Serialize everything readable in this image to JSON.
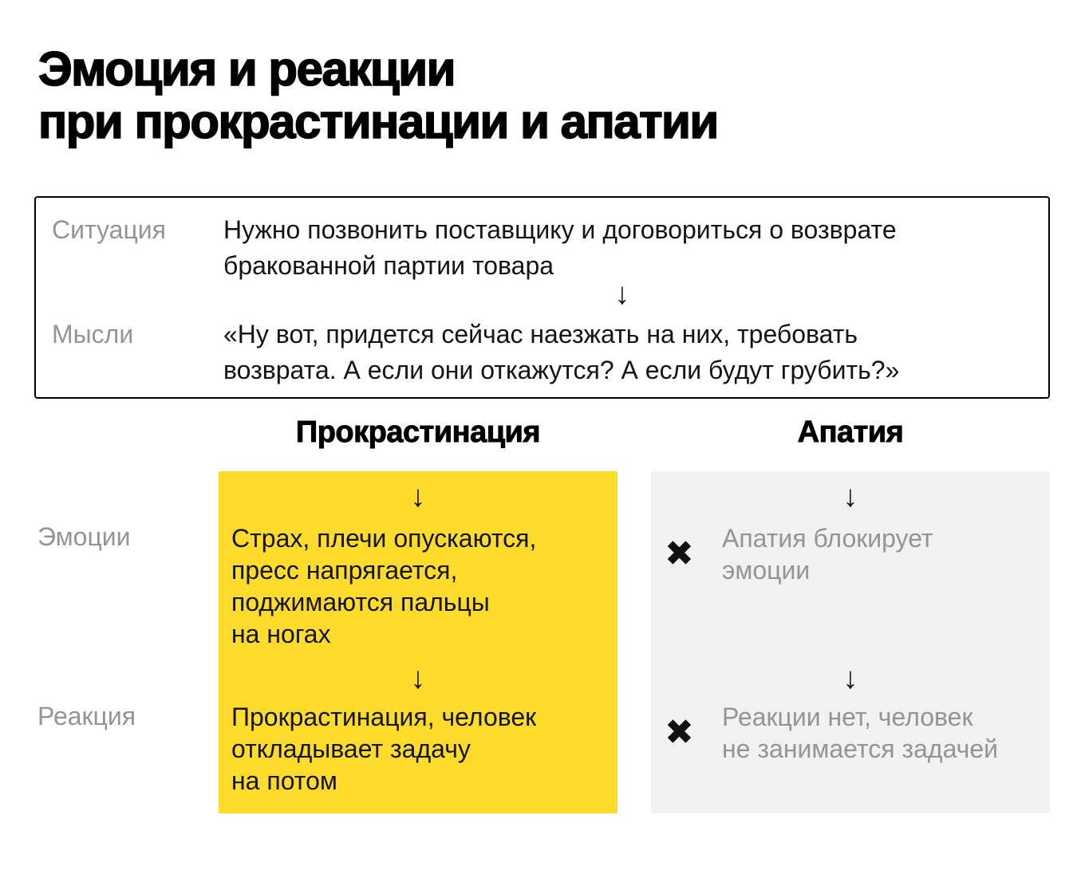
{
  "colors": {
    "accent_yellow": "#FFDB2C",
    "apathy_gray_box": "#F1F1F1",
    "muted_text_gray": "#949494",
    "text_black": "#141414"
  },
  "title": {
    "line1": "Эмоция и реакции",
    "line2": "при прокрастинации и апатии"
  },
  "situation_box": {
    "arrow": "↓",
    "rows": [
      {
        "label": "Ситуация",
        "lines": [
          "Нужно позвонить поставщику и договориться о возврате",
          "бракованной партии товара"
        ]
      },
      {
        "label": "Мысли",
        "lines": [
          "«Ну вот, придется сейчас наезжать на них, требовать",
          "возврата. А если они откажутся? А если будут грубить?»"
        ]
      }
    ]
  },
  "row_labels": {
    "emotions": "Эмоции",
    "reaction": "Реакция"
  },
  "columns": {
    "procrastination": {
      "header": "Прокрастинация",
      "arrow1": "↓",
      "arrow2": "↓",
      "emotions_lines": [
        "Страх, плечи опускаются,",
        "пресс напрягается,",
        "поджимаются пальцы",
        "на ногах"
      ],
      "reaction_lines": [
        "Прокрастинация, человек",
        "откладывает задачу",
        "на потом"
      ]
    },
    "apathy": {
      "header": "Апатия",
      "arrow1": "↓",
      "arrow2": "↓",
      "cross": "✖",
      "emotions_lines": [
        "Апатия блокирует",
        "эмоции"
      ],
      "reaction_lines": [
        "Реакции нет, человек",
        "не занимается задачей"
      ]
    }
  }
}
